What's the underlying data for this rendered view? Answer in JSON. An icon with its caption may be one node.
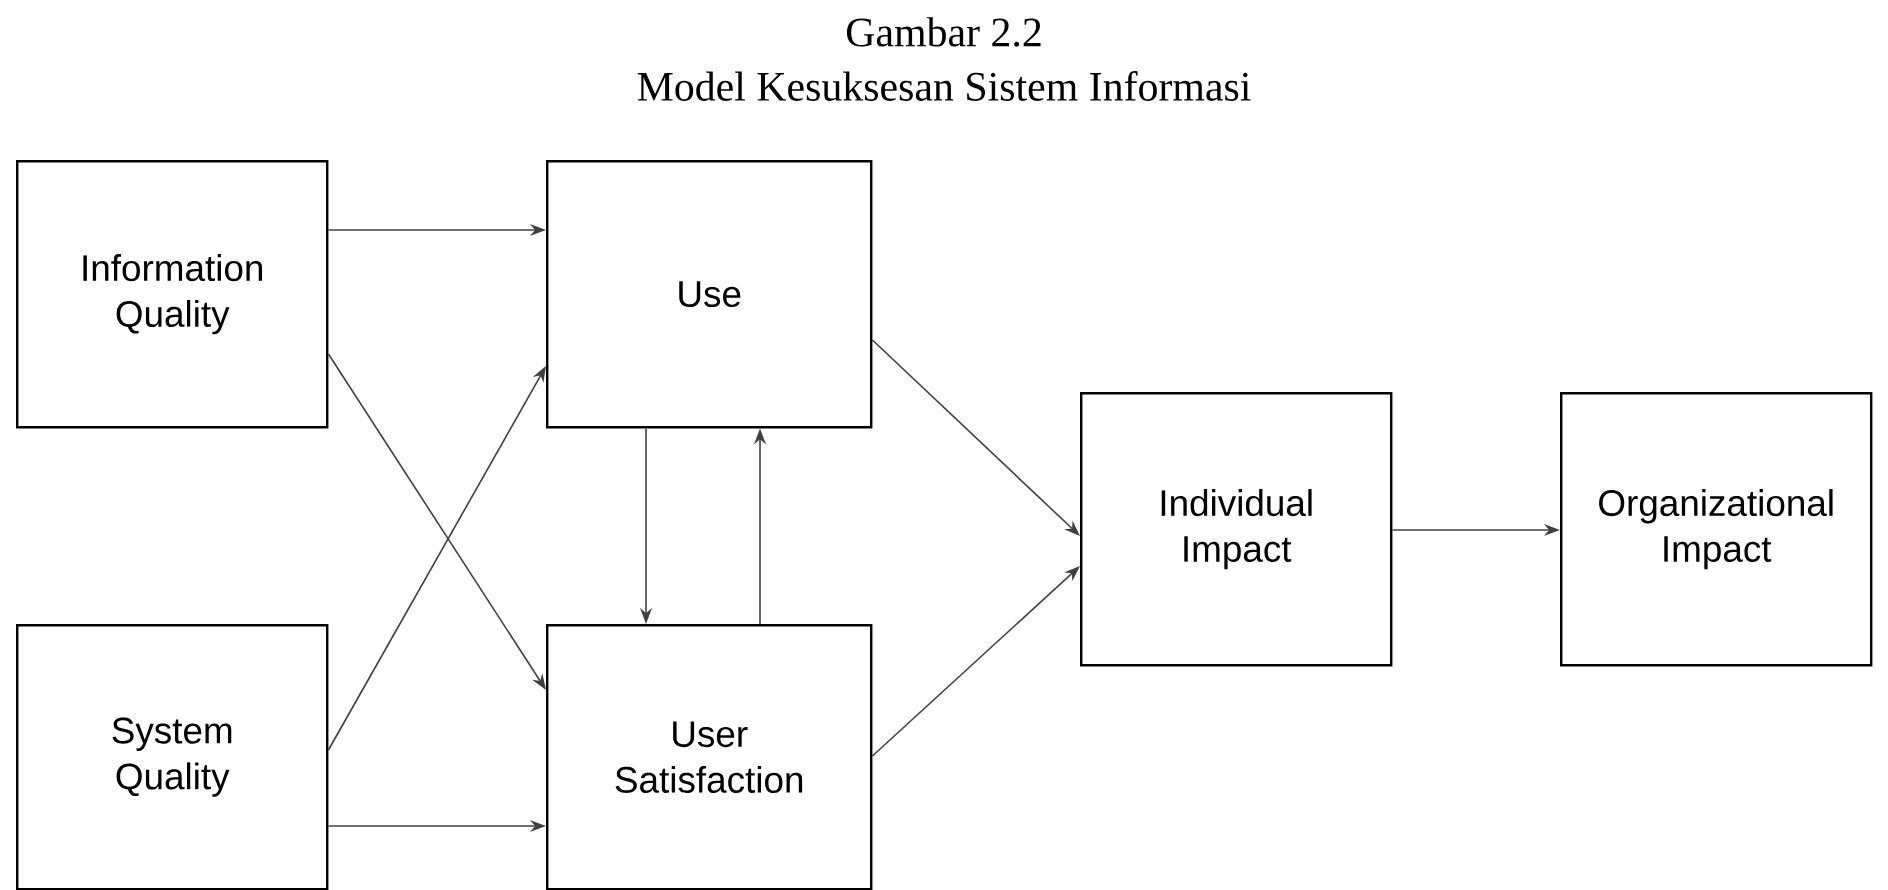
{
  "diagram": {
    "title": "Gambar 2.2",
    "caption": "Model Kesuksesan Sistem Informasi",
    "nodes": [
      {
        "text": [
          "Information Quality"
        ]
      },
      {
        "text": [
          "System Quality"
        ]
      },
      {
        "text": [
          "Use"
        ]
      },
      {
        "text": [
          "User Satisfaction"
        ]
      },
      {
        "text": [
          "Individual Impact"
        ]
      },
      {
        "text": [
          "Organizational Impact"
        ]
      }
    ],
    "edges": [
      {
        "from": 0,
        "to": 2,
        "arrow": "to"
      },
      {
        "from": 0,
        "to": 3,
        "arrow": "to"
      },
      {
        "from": 1,
        "to": 2,
        "arrow": "to"
      },
      {
        "from": 1,
        "to": 3,
        "arrow": "to"
      },
      {
        "from": 2,
        "to": 3,
        "arrow": "to"
      },
      {
        "from": 3,
        "to": 2,
        "arrow": "to"
      },
      {
        "from": 2,
        "to": 4,
        "arrow": "to"
      },
      {
        "from": 3,
        "to": 4,
        "arrow": "to"
      },
      {
        "from": 4,
        "to": 5,
        "arrow": "to"
      }
    ]
  }
}
